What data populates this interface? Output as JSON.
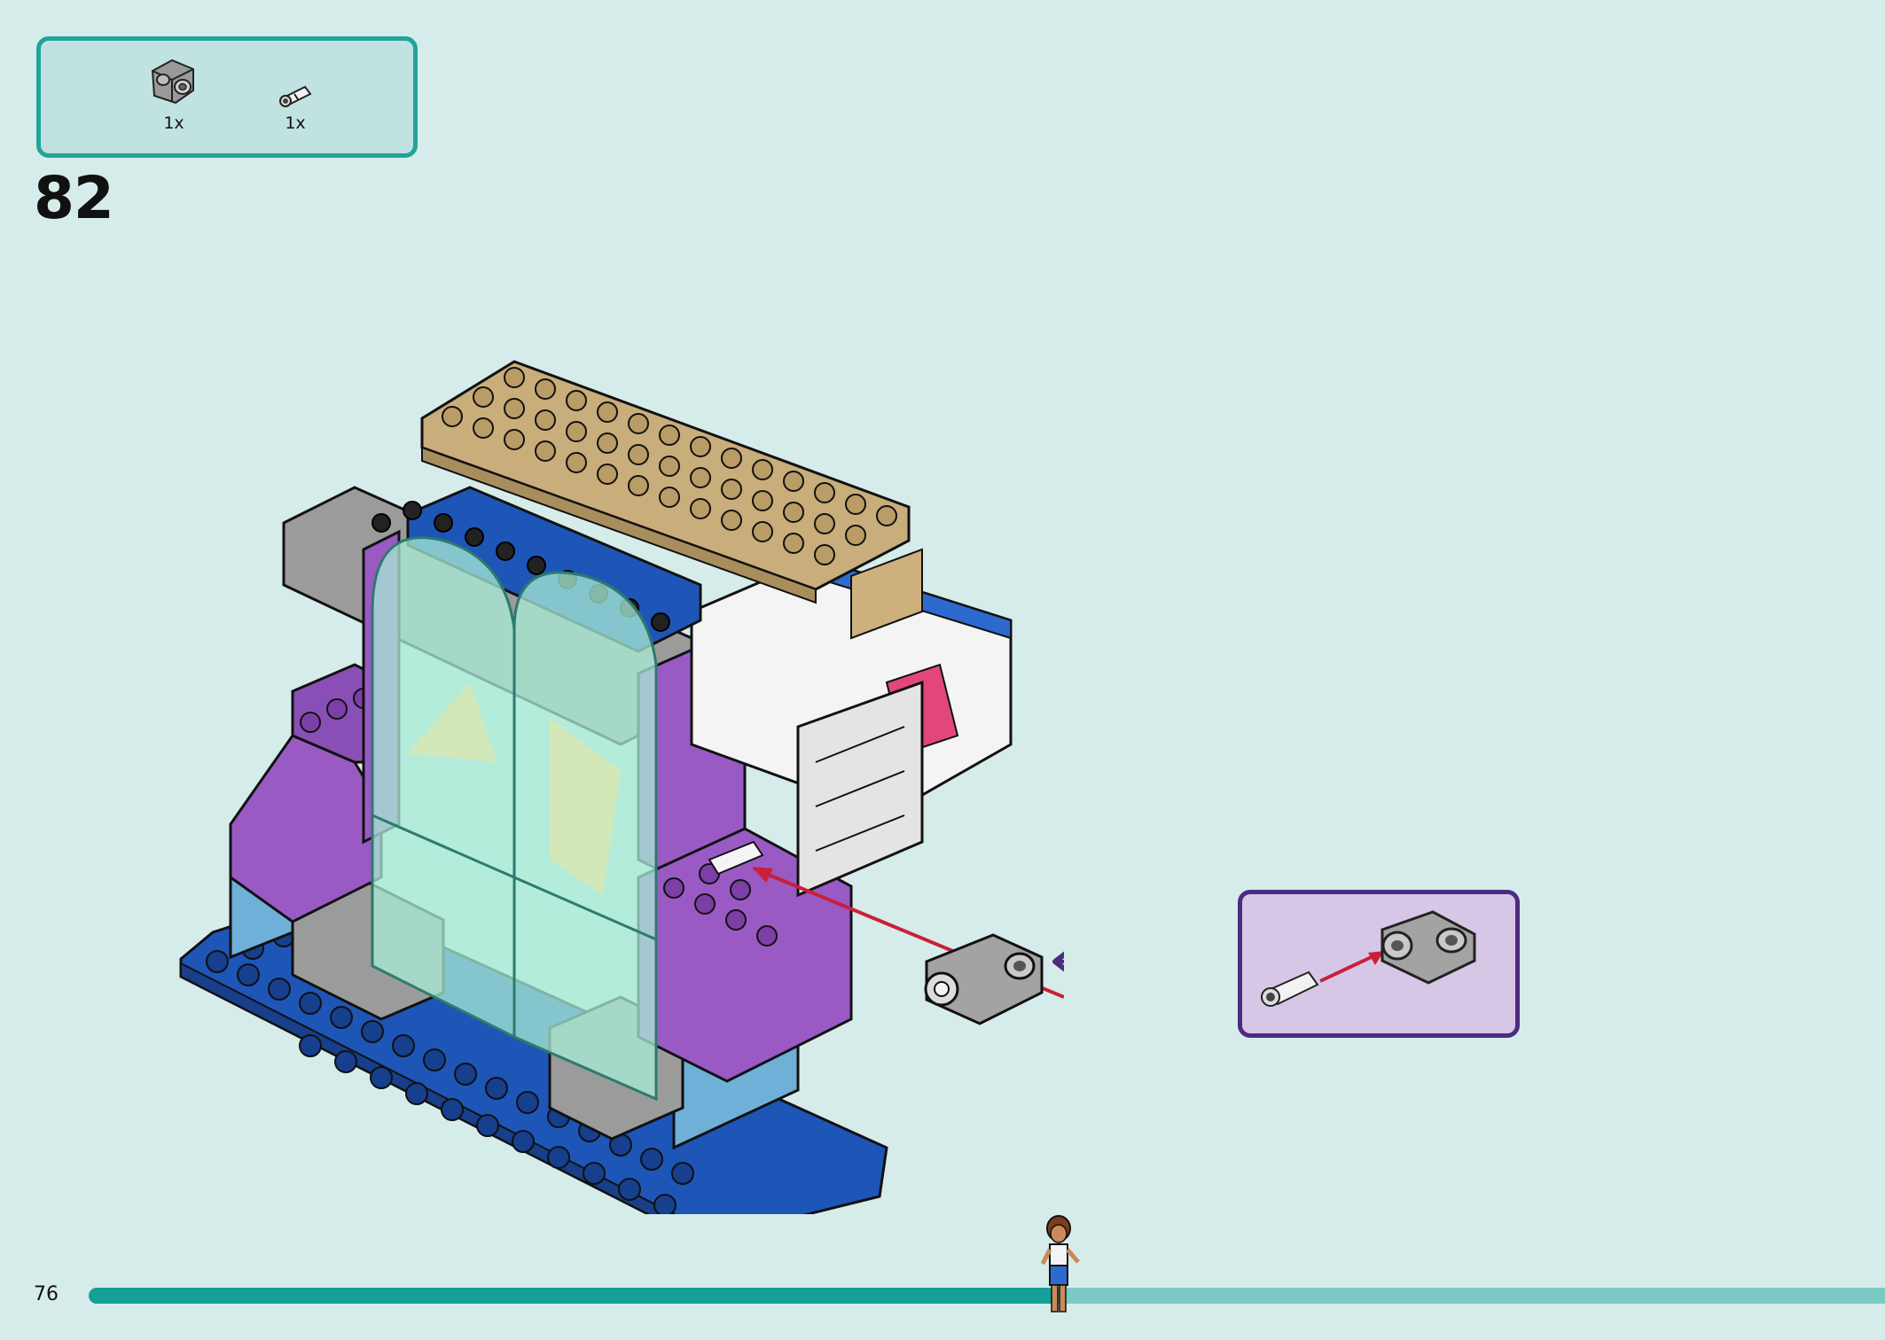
{
  "parts_list": {
    "items": [
      {
        "icon": "technic-pin-connector-icon",
        "quantity": "1x"
      },
      {
        "icon": "technic-axle-pin-icon",
        "quantity": "1x"
      }
    ]
  },
  "step": {
    "number": "82"
  },
  "footer": {
    "page_number": "76",
    "progress_fraction": 0.54
  },
  "colors": {
    "background": "#d6ecea",
    "parts_box_border": "#21a39a",
    "callout_border": "#4c2c80",
    "callout_fill": "#d6c7e6",
    "arrow_red": "#c8203a",
    "arrow_purple": "#4c2c80",
    "progress_done": "#13a197",
    "progress_remaining": "#7ccac5"
  }
}
